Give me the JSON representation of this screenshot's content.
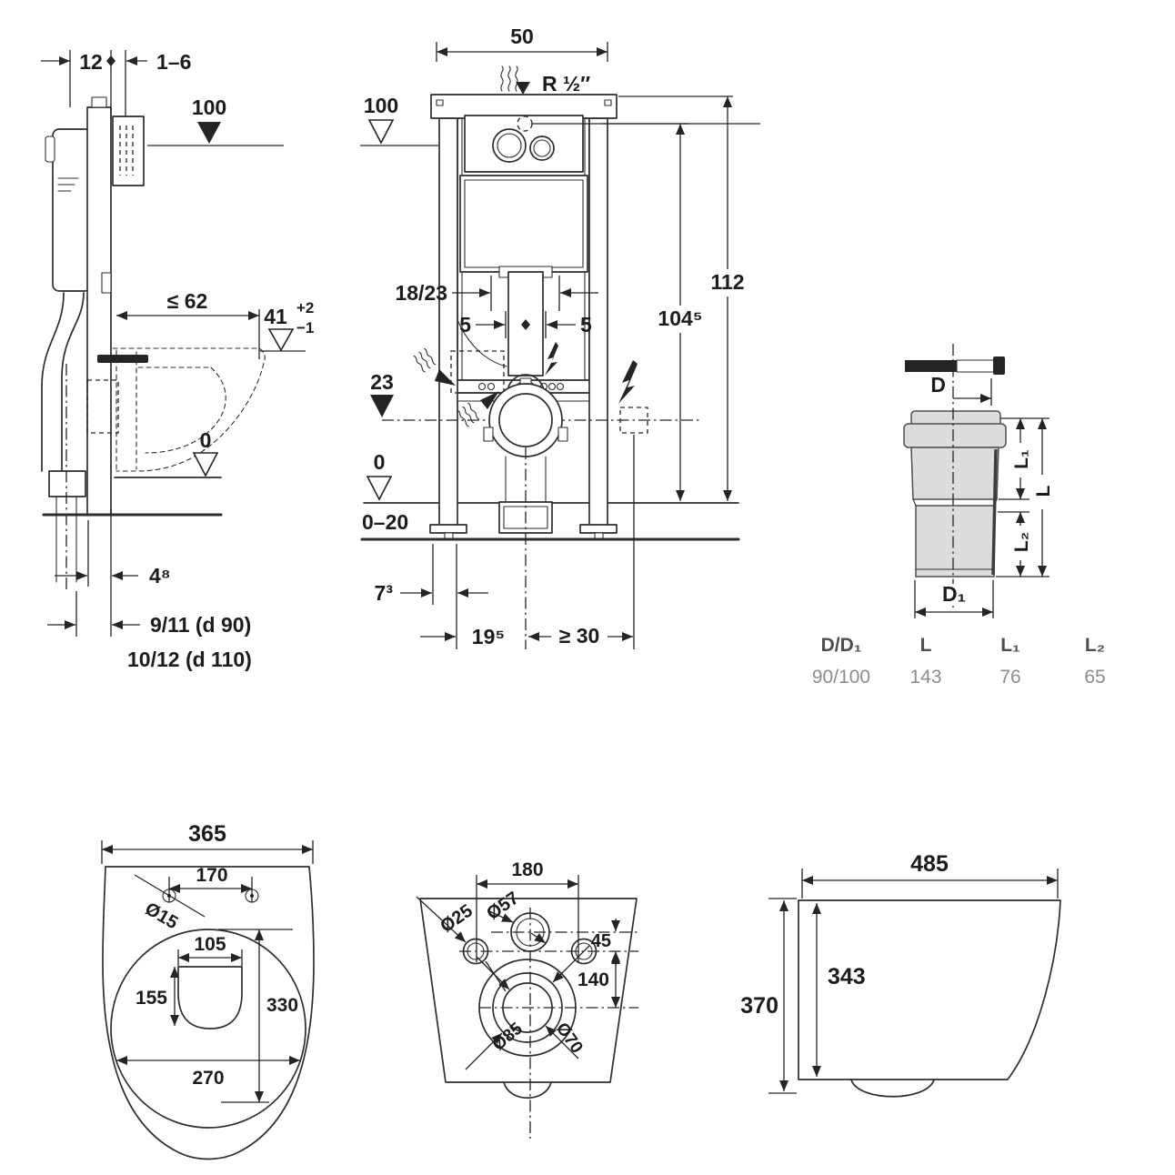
{
  "side_view": {
    "frame_depth": "12",
    "wall_gap": "1–6",
    "datum_top": "100",
    "bowl_depth": "≤ 62",
    "bowl_height": "41",
    "bowl_height_tol_plus": "+2",
    "bowl_height_tol_minus": "−1",
    "floor_datum": "0",
    "front_offset": "4⁸",
    "drain_option_1": "9/11 (d 90)",
    "drain_option_2": "10/12 (d 110)"
  },
  "front_view": {
    "frame_width": "50",
    "water_connection": "R ½″",
    "datum_top": "100",
    "wall_thickness": "18/23",
    "offset_left": "5",
    "offset_right": "5",
    "outlet_height": "23",
    "height_mid": "104⁵",
    "height_total": "112",
    "floor_datum": "0",
    "floor_range": "0–20",
    "foot_depth": "7³",
    "outlet_offset": "19⁵",
    "side_clearance": "≥ 30"
  },
  "connector": {
    "label_d": "D",
    "label_d1": "D₁",
    "label_l": "L",
    "label_l1": "L₁",
    "label_l2": "L₂",
    "table": {
      "headers": [
        "D/D₁",
        "L",
        "L₁",
        "L₂"
      ],
      "values": [
        "90/100",
        "143",
        "76",
        "65"
      ]
    }
  },
  "pan_top_view": {
    "width": "365",
    "hole_spacing": "170",
    "hole_diameter": "Ø15",
    "inner_width": "105",
    "inner_depth": "155",
    "bowl_length": "330",
    "seat_width": "270"
  },
  "pan_rear_view": {
    "hole_spacing": "180",
    "dia_fixing": "Ø25",
    "dia_inlet": "Ø57",
    "offset_vertical": "45",
    "outlet_drop": "140",
    "dia_outlet_outer": "Ø85",
    "dia_outlet_inner": "Ø70"
  },
  "pan_side_view": {
    "depth": "485",
    "height_inner": "343",
    "height_total": "370"
  }
}
